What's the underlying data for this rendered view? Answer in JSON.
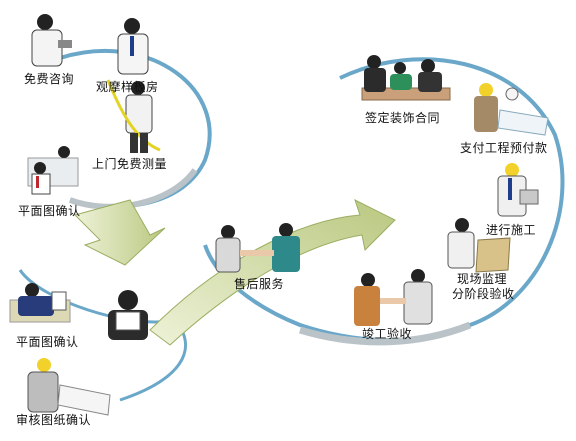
{
  "steps": {
    "free_consult": "免费咨询",
    "view_model_room": "观摩样板房",
    "onsite_measure": "上门免费测量",
    "floor_plan_confirm_1": "平面图确认",
    "floor_plan_confirm_2": "平面图确认",
    "review_drawings": "审核图纸确认",
    "after_sales": "售后服务",
    "sign_contract": "签定装饰合同",
    "pay_advance": "支付工程预付款",
    "construction": "进行施工",
    "supervision_line1": "现场监理",
    "supervision_line2": "分阶段验收",
    "completion_acceptance": "竣工验收"
  },
  "colors": {
    "arrow_green": "#c9d49a",
    "arrow_green_dark": "#9aae62",
    "swoosh_blue": "#6aa7c9",
    "swoosh_gray": "#b9c3c8"
  }
}
